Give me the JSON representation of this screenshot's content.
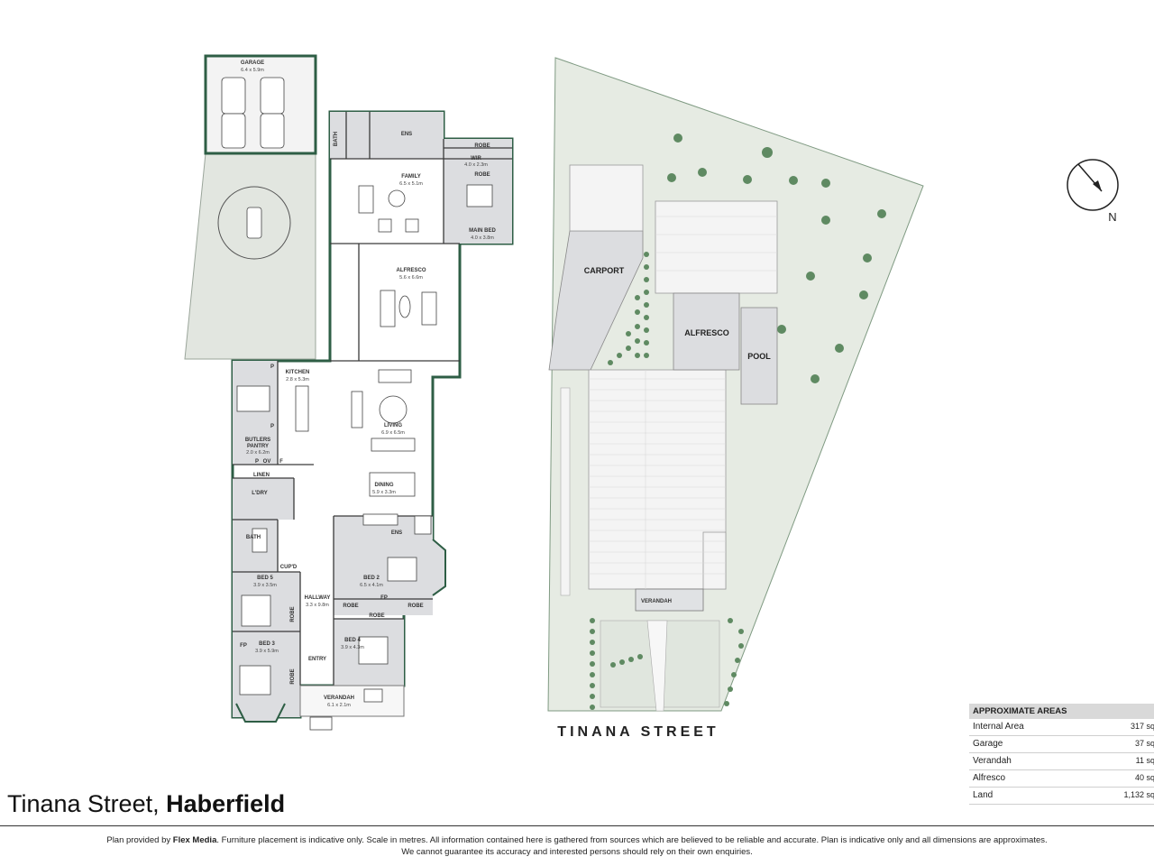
{
  "rooms": {
    "garage": {
      "name": "GARAGE",
      "dim": "6.4 x 5.9m"
    },
    "bath_top": {
      "name": "BATH"
    },
    "ens_top": {
      "name": "ENS"
    },
    "robe_a": {
      "name": "ROBE"
    },
    "wir": {
      "name": "WIR",
      "dim": "4.0 x 2.3m"
    },
    "robe_b": {
      "name": "ROBE"
    },
    "family": {
      "name": "FAMILY",
      "dim": "6.5 x 5.1m"
    },
    "main_bed": {
      "name": "MAIN BED",
      "dim": "4.0 x 3.8m"
    },
    "alfresco": {
      "name": "ALFRESCO",
      "dim": "5.6 x 6.6m"
    },
    "kitchen": {
      "name": "KITCHEN",
      "dim": "2.8 x 5.3m"
    },
    "living": {
      "name": "LIVING",
      "dim": "6.9 x 6.5m"
    },
    "butlers": {
      "name": "BUTLERS",
      "name2": "PANTRY",
      "dim": "2.0 x 6.2m"
    },
    "pantry_p": {
      "name": "P"
    },
    "pantry_ov": {
      "name": "OV"
    },
    "pantry_f": {
      "name": "F"
    },
    "kit_p1": {
      "name": "P"
    },
    "kit_p2": {
      "name": "P"
    },
    "linen": {
      "name": "LINEN"
    },
    "ldry": {
      "name": "L'DRY"
    },
    "dining": {
      "name": "DINING",
      "dim": "5.9 x 3.3m"
    },
    "bath_mid": {
      "name": "BATH"
    },
    "ens_mid": {
      "name": "ENS"
    },
    "cupd": {
      "name": "CUP'D"
    },
    "bed5": {
      "name": "BED 5",
      "dim": "3.9 x 3.5m"
    },
    "bed2": {
      "name": "BED 2",
      "dim": "6.5 x 4.1m"
    },
    "hallway": {
      "name": "HALLWAY",
      "dim": "3.3 x 9.8m"
    },
    "robe_h1": {
      "name": "ROBE"
    },
    "fp_bed2": {
      "name": "FP"
    },
    "robe_h2": {
      "name": "ROBE"
    },
    "robe_bed5": {
      "name": "ROBE"
    },
    "robe_bed4": {
      "name": "ROBE"
    },
    "fp_bed3": {
      "name": "FP"
    },
    "bed3": {
      "name": "BED 3",
      "dim": "3.9 x 5.9m"
    },
    "bed4": {
      "name": "BED 4",
      "dim": "3.9 x 4.3m"
    },
    "entry": {
      "name": "ENTRY"
    },
    "robe_entry": {
      "name": "ROBE"
    },
    "verandah": {
      "name": "VERANDAH",
      "dim": "6.1 x 2.1m"
    }
  },
  "site": {
    "carport": "CARPORT",
    "alfresco": "ALFRESCO",
    "pool": "POOL",
    "verandah": "VERANDAH",
    "street": "TINANA STREET",
    "north": "N"
  },
  "areas": {
    "title": "APPROXIMATE AREAS",
    "rows": [
      {
        "label": "Internal Area",
        "value": "317 sq"
      },
      {
        "label": "Garage",
        "value": "37 sq"
      },
      {
        "label": "Verandah",
        "value": "11 sq"
      },
      {
        "label": "Alfresco",
        "value": "40 sq"
      },
      {
        "label": "Land",
        "value": "1,132 sq"
      }
    ]
  },
  "address": {
    "street": "Tinana Street,",
    "suburb": "Haberfield"
  },
  "disclaimer": {
    "prefix": "Plan provided by",
    "company": "Flex Media",
    "line1": ". Furniture placement is indicative only. Scale in metres. All information contained here is gathered from sources which are believed to be reliable and accurate. Plan is indicative only and all dimensions are approximates.",
    "line2": "We cannot guarantee its accuracy and interested persons should rely on their own enquiries."
  },
  "colors": {
    "wall": "#2e5e45",
    "land": "#e6ebe3",
    "room_grey": "#dcdde0",
    "tree": "#5f8a62"
  }
}
